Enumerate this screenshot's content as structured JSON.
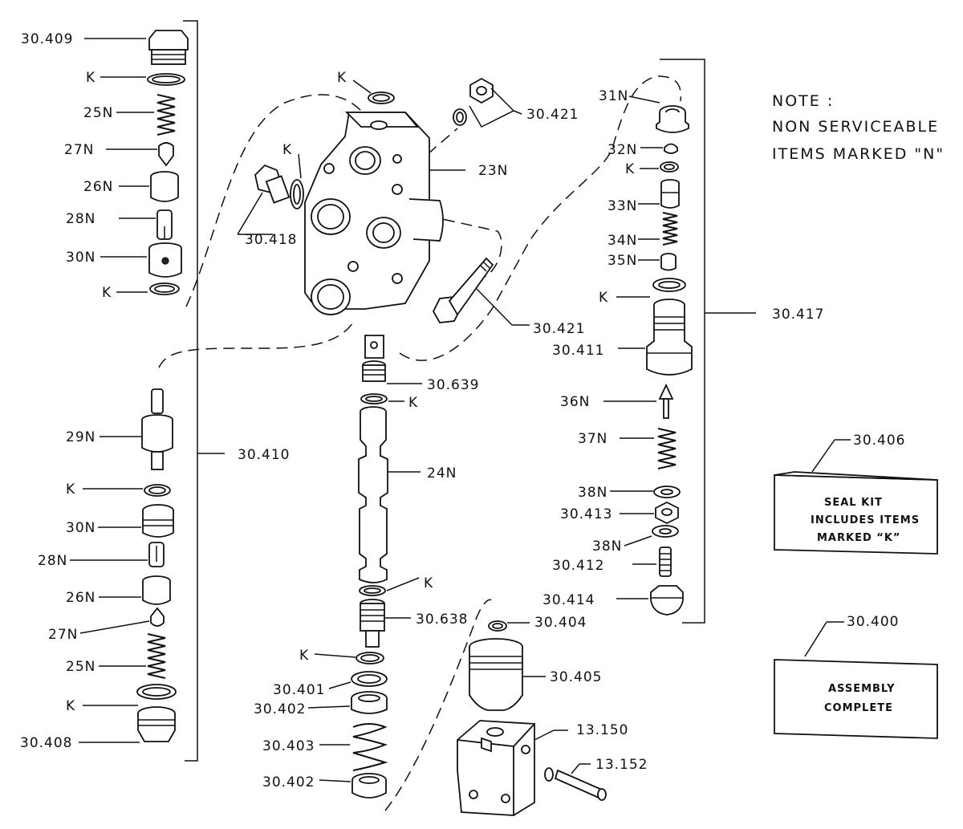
{
  "note": {
    "line1": "NOTE :",
    "line2": "NON SERVICEABLE",
    "line3": "ITEMS MARKED \"N\""
  },
  "boxes": {
    "seal_kit": {
      "number": "30.406",
      "line1": "SEAL    KIT",
      "line2": "INCLUDES ITEMS",
      "line3": "MARKED  “K”"
    },
    "assembly": {
      "number": "30.400",
      "line1": "ASSEMBLY",
      "line2": "COMPLETE"
    }
  },
  "labels": {
    "l30409": "30.409",
    "lK1": "K",
    "l25N_top": "25N",
    "l27N_top": "27N",
    "l26N_top": "26N",
    "l28N_top": "28N",
    "l30N_top": "30N",
    "lK2": "K",
    "l29N": "29N",
    "lK3": "K",
    "l30N_bot": "30N",
    "l28N_bot": "28N",
    "l26N_bot": "26N",
    "l27N_bot": "27N",
    "l25N_bot": "25N",
    "lK4": "K",
    "l30408": "30.408",
    "l30410": "30.410",
    "lK_body_top": "K",
    "lK_body_left": "K",
    "l30418": "30.418",
    "l23N": "23N",
    "l30421_top": "30.421",
    "l30421_bolt": "30.421",
    "l30639": "30.639",
    "lK_639": "K",
    "l24N": "24N",
    "lK_638": "K",
    "l30638": "30.638",
    "lK_401": "K",
    "l30401": "30.401",
    "l30402_a": "30.402",
    "l30403": "30.403",
    "l30402_b": "30.402",
    "l30404": "30.404",
    "l30405": "30.405",
    "l13150": "13.150",
    "l13152": "13.152",
    "l31N": "31N",
    "l32N": "32N",
    "lK_r1": "K",
    "l33N": "33N",
    "l34N": "34N",
    "l35N": "35N",
    "lK_r2": "K",
    "l30417": "30.417",
    "l30411": "30.411",
    "l36N": "36N",
    "l37N": "37N",
    "l38N_a": "38N",
    "l30413": "30.413",
    "l38N_b": "38N",
    "l30412": "30.412",
    "l30414": "30.414"
  }
}
